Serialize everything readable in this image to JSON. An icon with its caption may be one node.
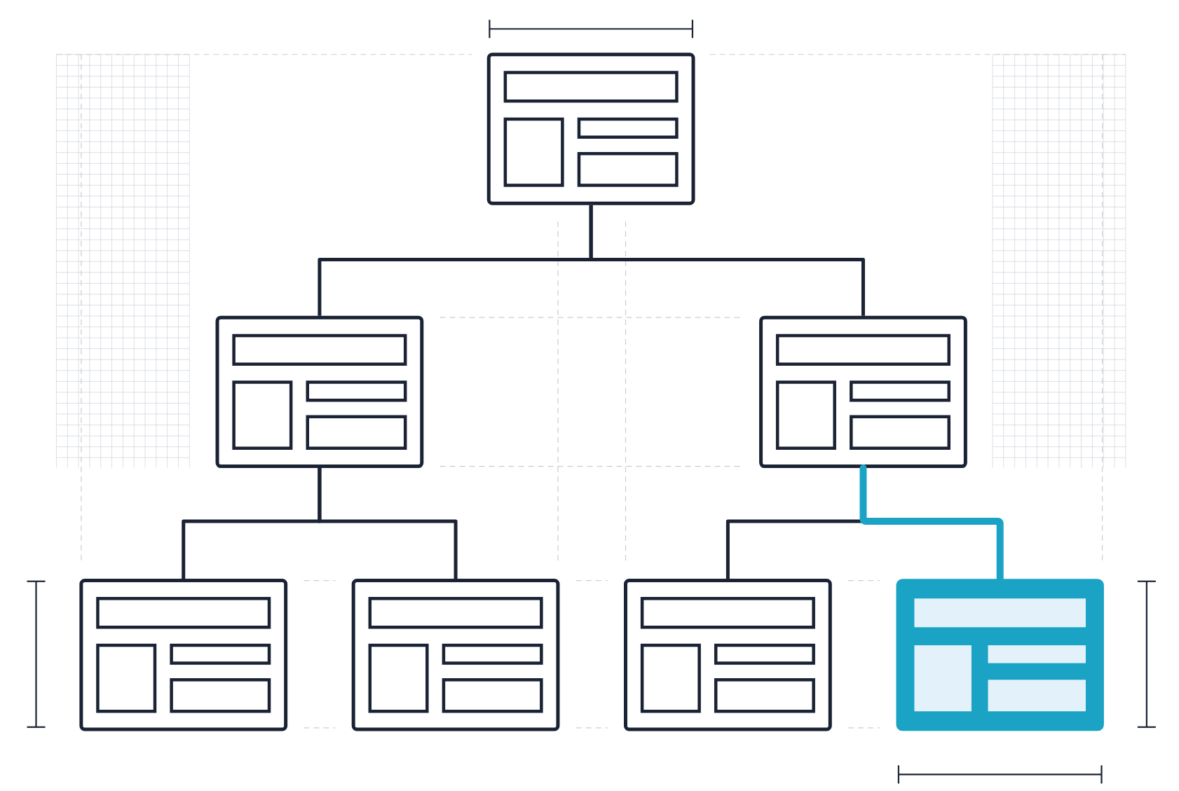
{
  "diagram": {
    "nodes": [
      {
        "text": [],
        "shape": "box"
      },
      {
        "text": [],
        "shape": "box"
      },
      {
        "text": [],
        "shape": "box"
      },
      {
        "text": [],
        "shape": "box"
      },
      {
        "text": [],
        "shape": "box"
      },
      {
        "text": [],
        "shape": "box"
      },
      {
        "text": [],
        "shape": "box"
      }
    ],
    "edges": [
      {
        "from": 0,
        "to": 1,
        "arrow": "none"
      },
      {
        "from": 0,
        "to": 2,
        "arrow": "none"
      },
      {
        "from": 1,
        "to": 3,
        "arrow": "none"
      },
      {
        "from": 1,
        "to": 4,
        "arrow": "none"
      },
      {
        "from": 2,
        "to": 5,
        "arrow": "none"
      },
      {
        "from": 2,
        "to": 6,
        "arrow": "none",
        "style": "thick",
        "color": "#1ba3c6"
      }
    ]
  }
}
